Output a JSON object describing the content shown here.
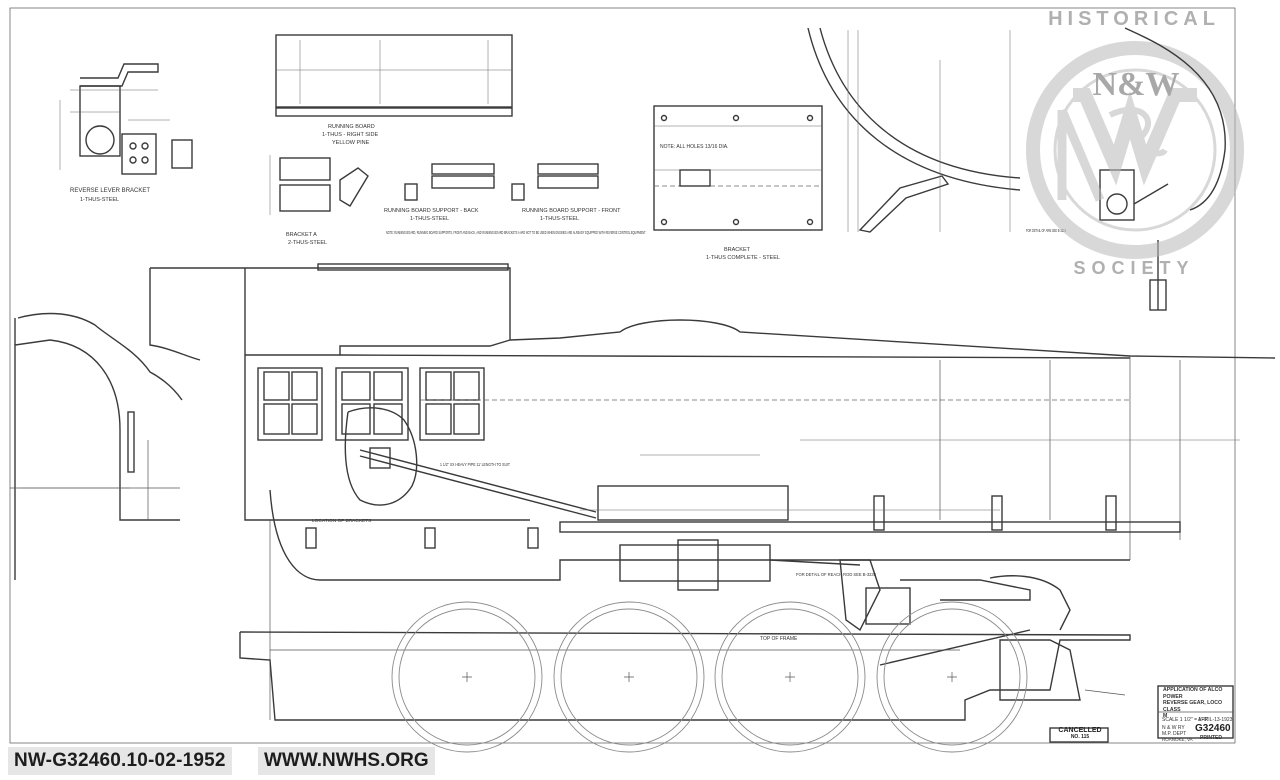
{
  "watermark": {
    "top_text": "HISTORICAL",
    "bottom_text": "SOCIETY",
    "monogram": "N&W"
  },
  "detail_labels": {
    "reverse_lever_bracket": "REVERSE LEVER BRACKET",
    "reverse_lever_bracket_qty": "1-THUS-STEEL",
    "running_board": "RUNNING BOARD",
    "running_board_qty": "1-THUS - RIGHT SIDE",
    "running_board_material": "YELLOW PINE",
    "bracket_a": "BRACKET A",
    "bracket_a_qty": "2-THUS-STEEL",
    "support_back": "RUNNING BOARD SUPPORT - BACK",
    "support_back_qty": "1-THUS-STEEL",
    "support_front": "RUNNING BOARD SUPPORT - FRONT",
    "support_front_qty": "1-THUS-STEEL",
    "bracket": "BRACKET",
    "bracket_qty": "1-THUS COMPLETE - STEEL",
    "note_holes": "NOTE: ALL HOLES 13/16 DIA.",
    "detail_ref": "FOR DETAIL OF ARM SEE B-3221",
    "note_text": "NOTE: RUNNING BOARD, RUNNING BOARD SUPPORTS, FRONT AND BACK, AND RUNNING BOARD BRACKETS A ARE NOT TO BE USED WHEN ENGINES ARE ALREADY EQUIPPED WITH REVERSE CONTROL EQUIPMENT."
  },
  "elevation_labels": {
    "pipe": "1 1/2\" XX HEAVY PIPE 11' LENGTH TO SUIT",
    "location_bracket": "LOCATION OF BRACKETS",
    "top_of_frame": "TOP OF FRAME",
    "for_detail": "FOR DETAIL OF REACH ROD SEE B-3236"
  },
  "title_block": {
    "title_line1": "APPLICATION OF ALCO POWER",
    "title_line2": "REVERSE GEAR, LOCO CLASS",
    "title_line3": "M",
    "cancelled_label": "CANCELLED",
    "cancelled_ref": "NO. 115",
    "railway": "N & W RY",
    "dept": "M.P. DEPT",
    "city": "ROANOKE, VA",
    "scale": "SCALE 1 1/2\" = 1'-0\"",
    "date": "APRIL-13-1923",
    "drawing_number": "G32460",
    "status": "PRINTED"
  },
  "footer": {
    "archive_id": "NW-G32460.10-02-1952",
    "website": "WWW.NWHS.ORG"
  }
}
